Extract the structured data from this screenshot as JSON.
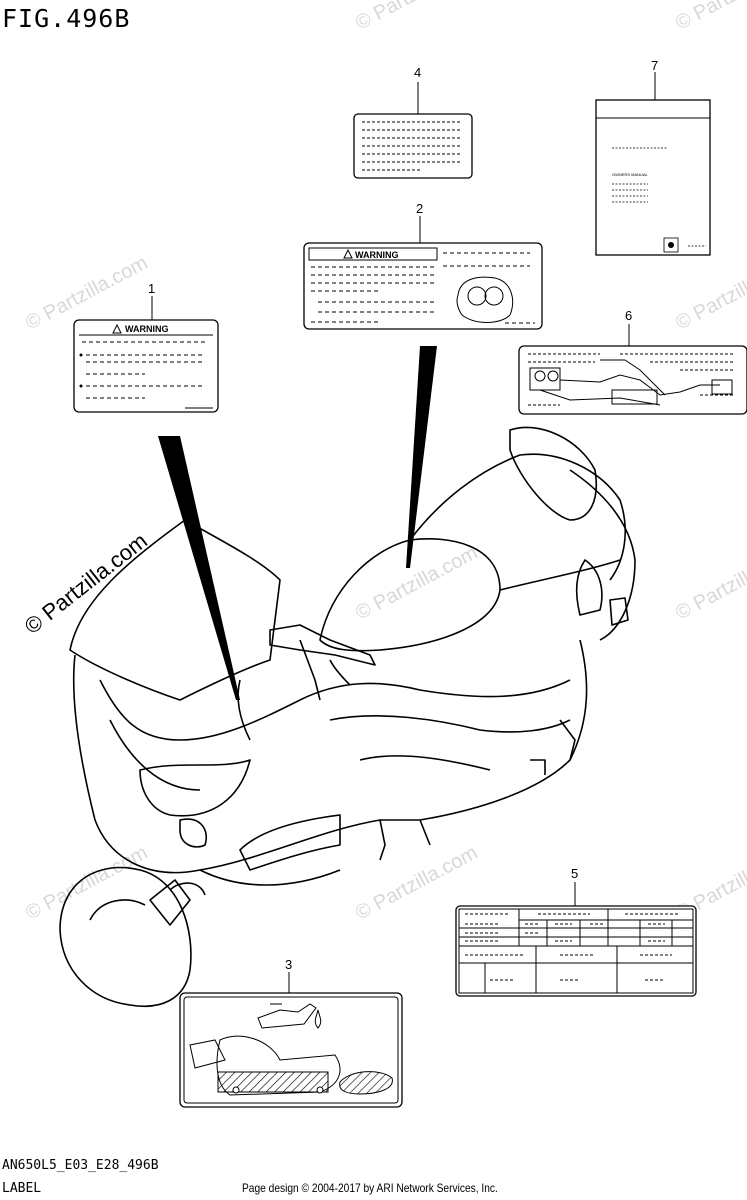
{
  "figure_title": "FIG.496B",
  "watermark": "© Partzilla.com",
  "callouts": [
    "1",
    "2",
    "3",
    "4",
    "5",
    "6",
    "7"
  ],
  "labels": {
    "warning_text": "WARNING",
    "owners_manual_text": "OWNERS MANUAL"
  },
  "footer": {
    "model_code": "AN650L5_E03_E28_496B",
    "label": "LABEL",
    "copyright": "Page design © 2004-2017 by ARI Network Services, Inc."
  }
}
